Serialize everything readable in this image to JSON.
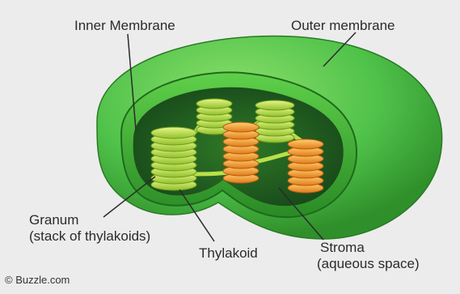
{
  "labels": {
    "inner_membrane": "Inner Membrane",
    "outer_membrane": "Outer membrane",
    "granum_line1": "Granum",
    "granum_line2": "(stack of thylakoids)",
    "thylakoid": "Thylakoid",
    "stroma_line1": "Stroma",
    "stroma_line2": "(aqueous space)"
  },
  "credit": "© Buzzle.com",
  "colors": {
    "background": "#ececec",
    "outer_membrane": "#4fc24a",
    "inner_membrane": "#2f9c2c",
    "stroma": "#1f5e1b",
    "granum": "#c6e85a",
    "granum_accent": "#e8801f"
  }
}
